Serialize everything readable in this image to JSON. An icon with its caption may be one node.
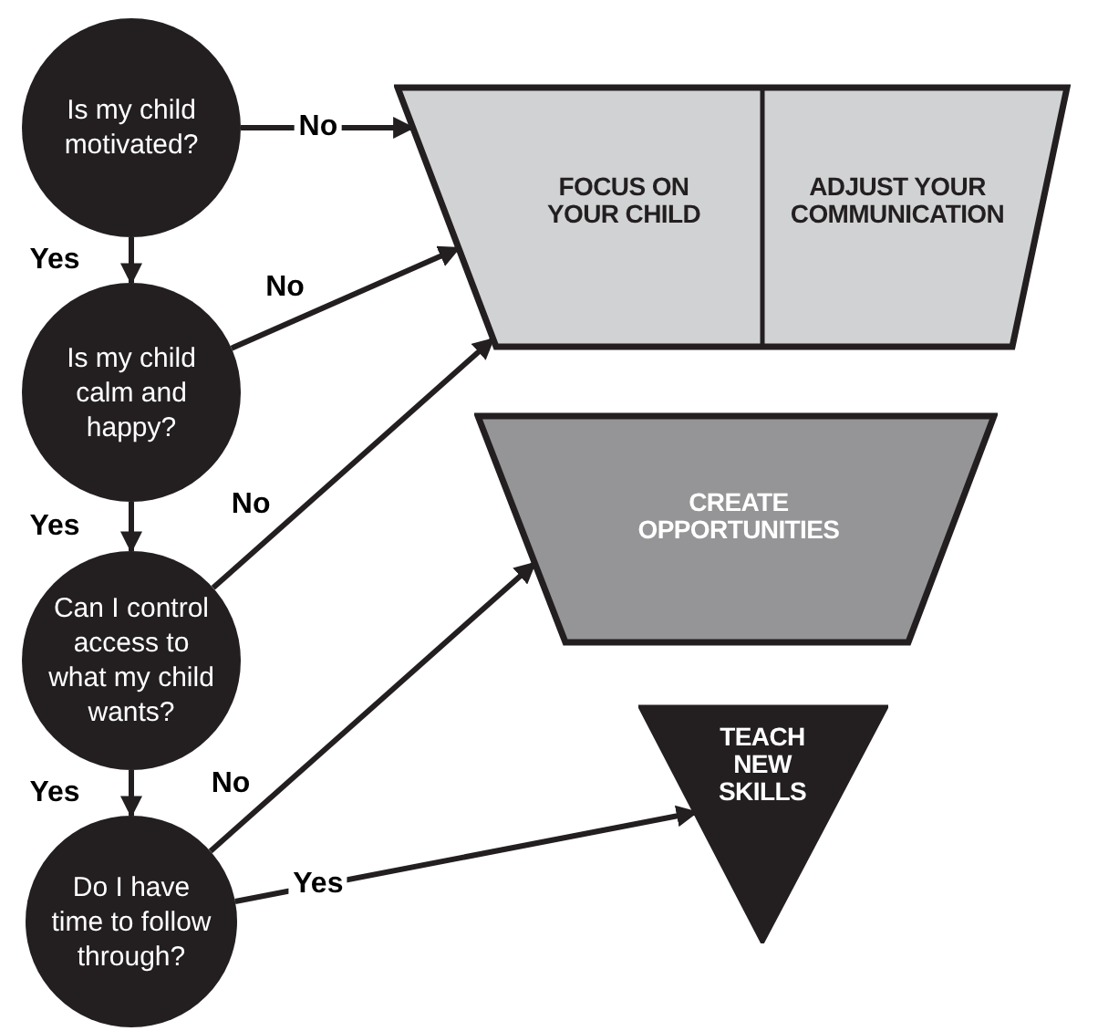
{
  "diagram": {
    "nodes": [
      {
        "text": [
          "Is my child motivated?"
        ]
      },
      {
        "text": [
          "Is my child calm and happy?"
        ]
      },
      {
        "text": [
          "Can I control access to what my child wants?"
        ]
      },
      {
        "text": [
          "Do I have time to follow through?"
        ]
      },
      {
        "text": [
          "FOCUS ON YOUR CHILD",
          "ADJUST YOUR COMMUNICATION"
        ]
      },
      {
        "text": [
          "CREATE OPPORTUNITIES"
        ]
      },
      {
        "text": [
          "TEACH NEW SKILLS"
        ]
      }
    ],
    "edges": [
      {
        "from": 0,
        "to": 1,
        "label": "Yes",
        "arrow": "to"
      },
      {
        "from": 0,
        "to": 4,
        "label": "No",
        "arrow": "to"
      },
      {
        "from": 1,
        "to": 2,
        "label": "Yes",
        "arrow": "to"
      },
      {
        "from": 1,
        "to": 4,
        "label": "No",
        "arrow": "to"
      },
      {
        "from": 2,
        "to": 3,
        "label": "Yes",
        "arrow": "to"
      },
      {
        "from": 2,
        "to": 4,
        "label": "No",
        "arrow": "to"
      },
      {
        "from": 3,
        "to": 5,
        "label": "No",
        "arrow": "to"
      },
      {
        "from": 3,
        "to": 6,
        "label": "Yes",
        "arrow": "to"
      }
    ]
  }
}
